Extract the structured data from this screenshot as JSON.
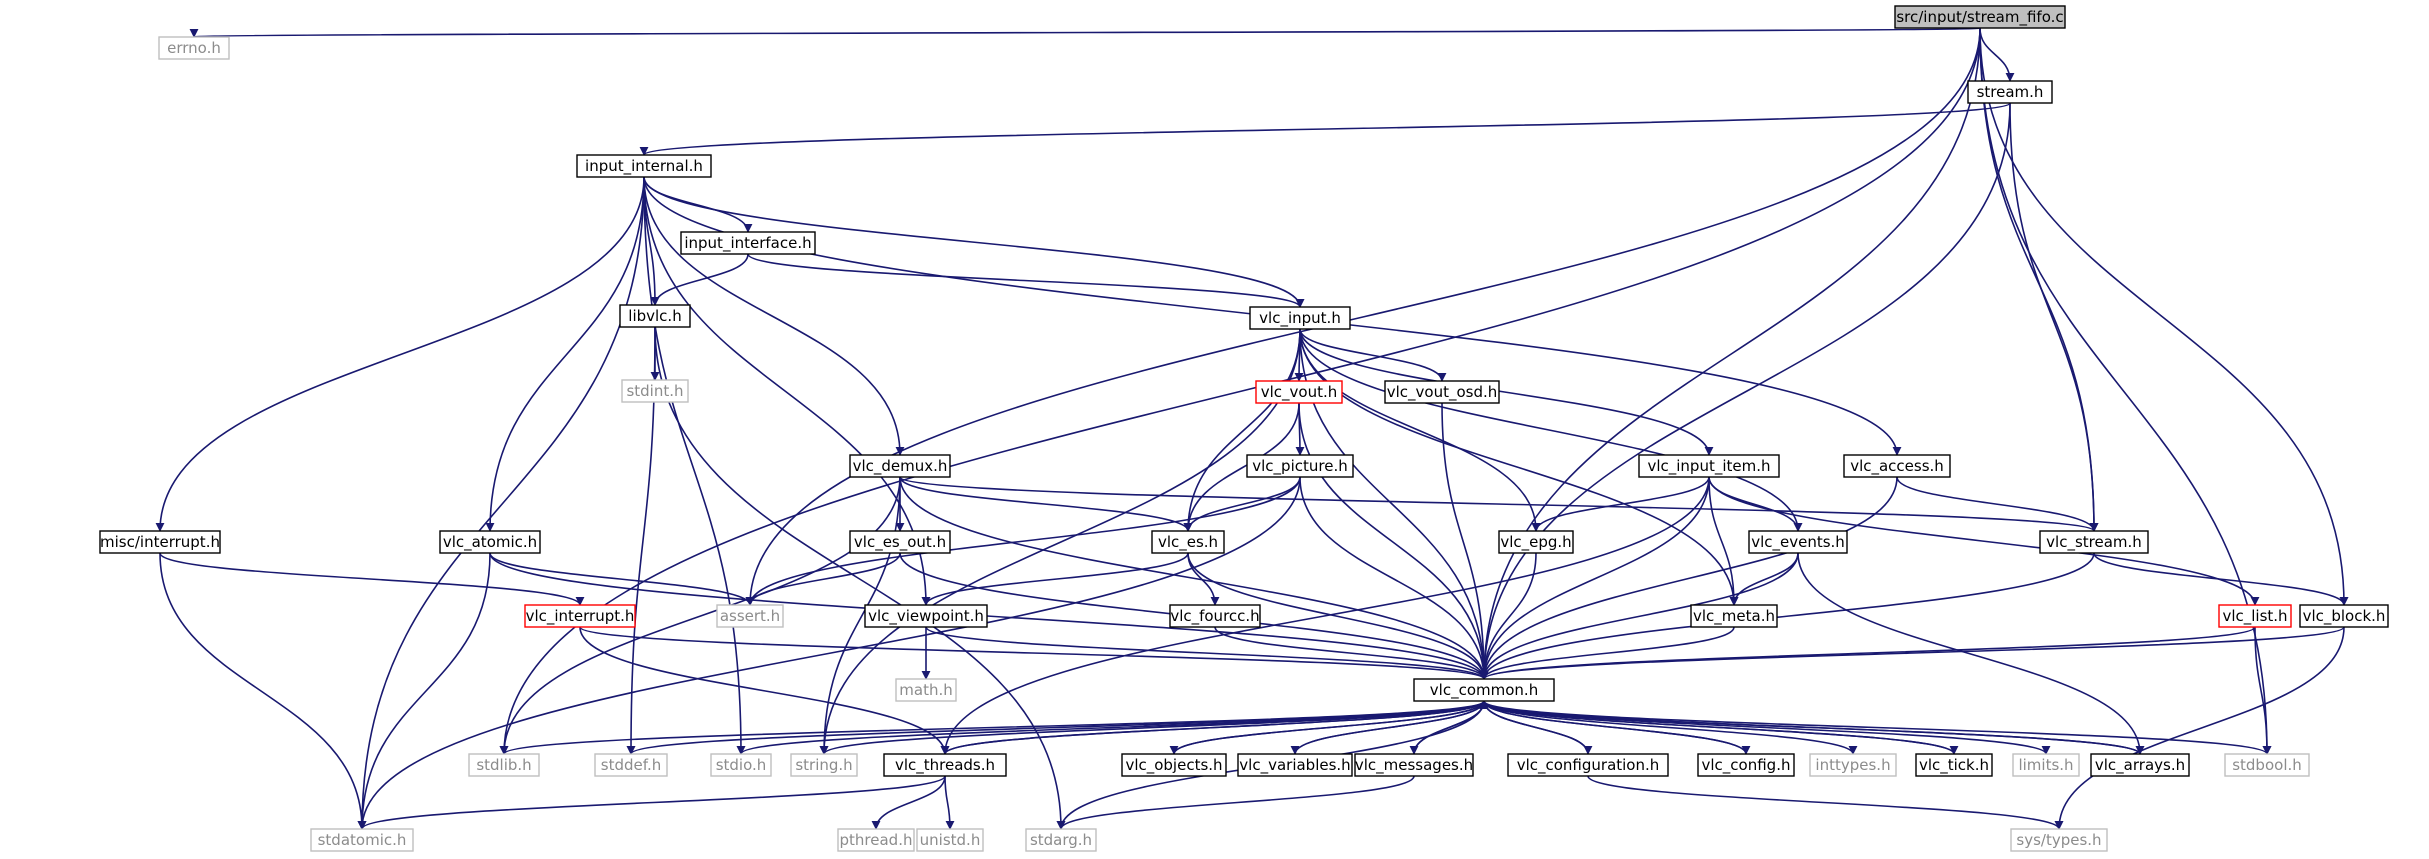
{
  "colors": {
    "edge": "#191970",
    "box_stroke": "#000000",
    "box_text": "#000000",
    "external_stroke": "#bfbfbf",
    "external_text": "#8c8c8c",
    "truncated_stroke": "#ff0000",
    "root_fill": "#bfbfbf",
    "fill": "#ffffff"
  },
  "nodes": [
    {
      "id": "root",
      "label": "src/input/stream_fifo.c",
      "kind": "root"
    },
    {
      "id": "errno",
      "label": "errno.h",
      "kind": "external"
    },
    {
      "id": "stream",
      "label": "stream.h",
      "kind": "normal"
    },
    {
      "id": "input_internal",
      "label": "input_internal.h",
      "kind": "normal"
    },
    {
      "id": "input_interface",
      "label": "input_interface.h",
      "kind": "normal"
    },
    {
      "id": "libvlc",
      "label": "libvlc.h",
      "kind": "normal"
    },
    {
      "id": "stdint",
      "label": "stdint.h",
      "kind": "external"
    },
    {
      "id": "vlc_input",
      "label": "vlc_input.h",
      "kind": "normal"
    },
    {
      "id": "vlc_vout",
      "label": "vlc_vout.h",
      "kind": "truncated"
    },
    {
      "id": "vlc_vout_osd",
      "label": "vlc_vout_osd.h",
      "kind": "normal"
    },
    {
      "id": "vlc_picture",
      "label": "vlc_picture.h",
      "kind": "normal"
    },
    {
      "id": "vlc_input_item",
      "label": "vlc_input_item.h",
      "kind": "normal"
    },
    {
      "id": "vlc_access",
      "label": "vlc_access.h",
      "kind": "normal"
    },
    {
      "id": "vlc_demux",
      "label": "vlc_demux.h",
      "kind": "normal"
    },
    {
      "id": "misc_interrupt",
      "label": "misc/interrupt.h",
      "kind": "normal"
    },
    {
      "id": "vlc_atomic",
      "label": "vlc_atomic.h",
      "kind": "normal"
    },
    {
      "id": "vlc_es_out",
      "label": "vlc_es_out.h",
      "kind": "normal"
    },
    {
      "id": "vlc_es",
      "label": "vlc_es.h",
      "kind": "normal"
    },
    {
      "id": "vlc_epg",
      "label": "vlc_epg.h",
      "kind": "normal"
    },
    {
      "id": "vlc_events",
      "label": "vlc_events.h",
      "kind": "normal"
    },
    {
      "id": "vlc_stream",
      "label": "vlc_stream.h",
      "kind": "normal"
    },
    {
      "id": "vlc_interrupt",
      "label": "vlc_interrupt.h",
      "kind": "truncated"
    },
    {
      "id": "assert",
      "label": "assert.h",
      "kind": "external"
    },
    {
      "id": "vlc_viewpoint",
      "label": "vlc_viewpoint.h",
      "kind": "normal"
    },
    {
      "id": "vlc_fourcc",
      "label": "vlc_fourcc.h",
      "kind": "normal"
    },
    {
      "id": "vlc_meta",
      "label": "vlc_meta.h",
      "kind": "normal"
    },
    {
      "id": "vlc_list",
      "label": "vlc_list.h",
      "kind": "truncated"
    },
    {
      "id": "vlc_block",
      "label": "vlc_block.h",
      "kind": "normal"
    },
    {
      "id": "math",
      "label": "math.h",
      "kind": "external"
    },
    {
      "id": "vlc_common",
      "label": "vlc_common.h",
      "kind": "normal"
    },
    {
      "id": "stdlib",
      "label": "stdlib.h",
      "kind": "external"
    },
    {
      "id": "stddef",
      "label": "stddef.h",
      "kind": "external"
    },
    {
      "id": "stdio",
      "label": "stdio.h",
      "kind": "external"
    },
    {
      "id": "string",
      "label": "string.h",
      "kind": "external"
    },
    {
      "id": "vlc_threads",
      "label": "vlc_threads.h",
      "kind": "normal"
    },
    {
      "id": "stdarg",
      "label": "stdarg.h",
      "kind": "external"
    },
    {
      "id": "vlc_objects",
      "label": "vlc_objects.h",
      "kind": "normal"
    },
    {
      "id": "vlc_variables",
      "label": "vlc_variables.h",
      "kind": "normal"
    },
    {
      "id": "vlc_messages",
      "label": "vlc_messages.h",
      "kind": "normal"
    },
    {
      "id": "vlc_configuration",
      "label": "vlc_configuration.h",
      "kind": "normal"
    },
    {
      "id": "vlc_config",
      "label": "vlc_config.h",
      "kind": "normal"
    },
    {
      "id": "inttypes",
      "label": "inttypes.h",
      "kind": "external"
    },
    {
      "id": "vlc_tick",
      "label": "vlc_tick.h",
      "kind": "normal"
    },
    {
      "id": "limits",
      "label": "limits.h",
      "kind": "external"
    },
    {
      "id": "vlc_arrays",
      "label": "vlc_arrays.h",
      "kind": "normal"
    },
    {
      "id": "stdbool",
      "label": "stdbool.h",
      "kind": "external"
    },
    {
      "id": "stdatomic",
      "label": "stdatomic.h",
      "kind": "external"
    },
    {
      "id": "pthread",
      "label": "pthread.h",
      "kind": "external"
    },
    {
      "id": "unistd",
      "label": "unistd.h",
      "kind": "external"
    },
    {
      "id": "sys_types",
      "label": "sys/types.h",
      "kind": "external"
    }
  ],
  "edges": [
    [
      "root",
      "errno"
    ],
    [
      "root",
      "stream"
    ],
    [
      "root",
      "stdlib"
    ],
    [
      "root",
      "assert"
    ],
    [
      "root",
      "vlc_stream"
    ],
    [
      "root",
      "vlc_common"
    ],
    [
      "root",
      "vlc_block"
    ],
    [
      "root",
      "stdbool"
    ],
    [
      "stream",
      "input_internal"
    ],
    [
      "stream",
      "vlc_stream"
    ],
    [
      "stream",
      "vlc_common"
    ],
    [
      "input_internal",
      "input_interface"
    ],
    [
      "input_internal",
      "libvlc"
    ],
    [
      "input_internal",
      "vlc_input"
    ],
    [
      "input_internal",
      "vlc_access"
    ],
    [
      "input_internal",
      "vlc_demux"
    ],
    [
      "input_internal",
      "misc_interrupt"
    ],
    [
      "input_internal",
      "vlc_atomic"
    ],
    [
      "input_internal",
      "vlc_viewpoint"
    ],
    [
      "input_internal",
      "stdatomic"
    ],
    [
      "input_internal",
      "stdio"
    ],
    [
      "input_interface",
      "libvlc"
    ],
    [
      "input_interface",
      "vlc_input"
    ],
    [
      "libvlc",
      "stdint"
    ],
    [
      "libvlc",
      "stddef"
    ],
    [
      "libvlc",
      "stdarg"
    ],
    [
      "vlc_input",
      "vlc_vout"
    ],
    [
      "vlc_input",
      "vlc_vout_osd"
    ],
    [
      "vlc_input",
      "vlc_es"
    ],
    [
      "vlc_input",
      "vlc_epg"
    ],
    [
      "vlc_input",
      "vlc_events"
    ],
    [
      "vlc_input",
      "vlc_input_item"
    ],
    [
      "vlc_input",
      "vlc_meta"
    ],
    [
      "vlc_input",
      "vlc_common"
    ],
    [
      "vlc_input",
      "string"
    ],
    [
      "vlc_vout",
      "vlc_picture"
    ],
    [
      "vlc_vout",
      "vlc_es"
    ],
    [
      "vlc_vout",
      "vlc_common"
    ],
    [
      "vlc_vout_osd",
      "vlc_common"
    ],
    [
      "vlc_picture",
      "vlc_es"
    ],
    [
      "vlc_picture",
      "assert"
    ],
    [
      "vlc_picture",
      "vlc_common"
    ],
    [
      "vlc_picture",
      "stdatomic"
    ],
    [
      "vlc_input_item",
      "vlc_epg"
    ],
    [
      "vlc_input_item",
      "vlc_events"
    ],
    [
      "vlc_input_item",
      "vlc_meta"
    ],
    [
      "vlc_input_item",
      "vlc_list"
    ],
    [
      "vlc_input_item",
      "vlc_common"
    ],
    [
      "vlc_input_item",
      "vlc_threads"
    ],
    [
      "vlc_access",
      "vlc_stream"
    ],
    [
      "vlc_access",
      "vlc_common"
    ],
    [
      "vlc_demux",
      "vlc_es"
    ],
    [
      "vlc_demux",
      "vlc_es_out"
    ],
    [
      "vlc_demux",
      "vlc_stream"
    ],
    [
      "vlc_demux",
      "vlc_common"
    ],
    [
      "vlc_demux",
      "stdlib"
    ],
    [
      "vlc_demux",
      "string"
    ],
    [
      "misc_interrupt",
      "vlc_interrupt"
    ],
    [
      "misc_interrupt",
      "stdatomic"
    ],
    [
      "vlc_atomic",
      "assert"
    ],
    [
      "vlc_atomic",
      "stdatomic"
    ],
    [
      "vlc_atomic",
      "vlc_common"
    ],
    [
      "vlc_es_out",
      "assert"
    ],
    [
      "vlc_es_out",
      "vlc_common"
    ],
    [
      "vlc_es",
      "vlc_fourcc"
    ],
    [
      "vlc_es",
      "vlc_viewpoint"
    ],
    [
      "vlc_es",
      "vlc_common"
    ],
    [
      "vlc_epg",
      "vlc_common"
    ],
    [
      "vlc_events",
      "vlc_meta"
    ],
    [
      "vlc_events",
      "vlc_common"
    ],
    [
      "vlc_events",
      "vlc_arrays"
    ],
    [
      "vlc_stream",
      "vlc_block"
    ],
    [
      "vlc_stream",
      "vlc_common"
    ],
    [
      "vlc_interrupt",
      "vlc_threads"
    ],
    [
      "vlc_interrupt",
      "vlc_common"
    ],
    [
      "vlc_viewpoint",
      "math"
    ],
    [
      "vlc_viewpoint",
      "vlc_common"
    ],
    [
      "vlc_fourcc",
      "vlc_common"
    ],
    [
      "vlc_meta",
      "vlc_common"
    ],
    [
      "vlc_list",
      "vlc_common"
    ],
    [
      "vlc_list",
      "stdbool"
    ],
    [
      "vlc_block",
      "vlc_common"
    ],
    [
      "vlc_block",
      "sys_types"
    ],
    [
      "vlc_common",
      "stdlib"
    ],
    [
      "vlc_common",
      "stddef"
    ],
    [
      "vlc_common",
      "stdio"
    ],
    [
      "vlc_common",
      "string"
    ],
    [
      "vlc_common",
      "vlc_threads"
    ],
    [
      "vlc_common",
      "stdarg"
    ],
    [
      "vlc_common",
      "vlc_objects"
    ],
    [
      "vlc_common",
      "vlc_variables"
    ],
    [
      "vlc_common",
      "vlc_messages"
    ],
    [
      "vlc_common",
      "vlc_configuration"
    ],
    [
      "vlc_common",
      "vlc_config"
    ],
    [
      "vlc_common",
      "inttypes"
    ],
    [
      "vlc_common",
      "vlc_tick"
    ],
    [
      "vlc_common",
      "limits"
    ],
    [
      "vlc_common",
      "vlc_arrays"
    ],
    [
      "vlc_common",
      "stdbool"
    ],
    [
      "vlc_threads",
      "vlc_common"
    ],
    [
      "vlc_threads",
      "stdatomic"
    ],
    [
      "vlc_threads",
      "pthread"
    ],
    [
      "vlc_threads",
      "unistd"
    ],
    [
      "vlc_objects",
      "vlc_common"
    ],
    [
      "vlc_variables",
      "vlc_common"
    ],
    [
      "vlc_messages",
      "vlc_common"
    ],
    [
      "vlc_messages",
      "stdarg"
    ],
    [
      "vlc_configuration",
      "vlc_common"
    ],
    [
      "vlc_configuration",
      "sys_types"
    ],
    [
      "vlc_config",
      "vlc_common"
    ],
    [
      "vlc_tick",
      "vlc_common"
    ],
    [
      "vlc_arrays",
      "vlc_common"
    ]
  ]
}
